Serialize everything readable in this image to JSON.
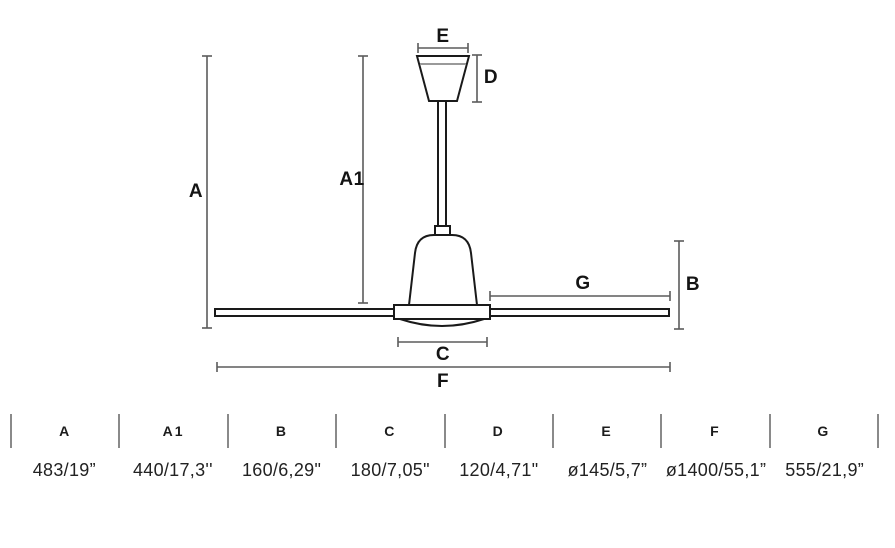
{
  "diagram": {
    "title": "ceiling fan dimension drawing",
    "labels": {
      "a": "A",
      "a1": "A1",
      "b": "B",
      "c": "C",
      "d": "D",
      "e": "E",
      "f": "F",
      "g": "G"
    }
  },
  "table": {
    "columns": [
      {
        "label": "A",
        "value": "483/19”"
      },
      {
        "label": "A1",
        "value": "440/17,3''"
      },
      {
        "label": "B",
        "value": "160/6,29\""
      },
      {
        "label": "C",
        "value": "180/7,05\""
      },
      {
        "label": "D",
        "value": "120/4,71\""
      },
      {
        "label": "E",
        "value": "ø145/5,7”"
      },
      {
        "label": "F",
        "value": "ø1400/55,1”"
      },
      {
        "label": "G",
        "value": "555/21,9”"
      }
    ]
  },
  "colors": {
    "outline": "#1a1a1a",
    "dimension_line": "#5c5c5c",
    "canopy_accent": "#9a9a9a",
    "separator": "#8a8a8a"
  }
}
